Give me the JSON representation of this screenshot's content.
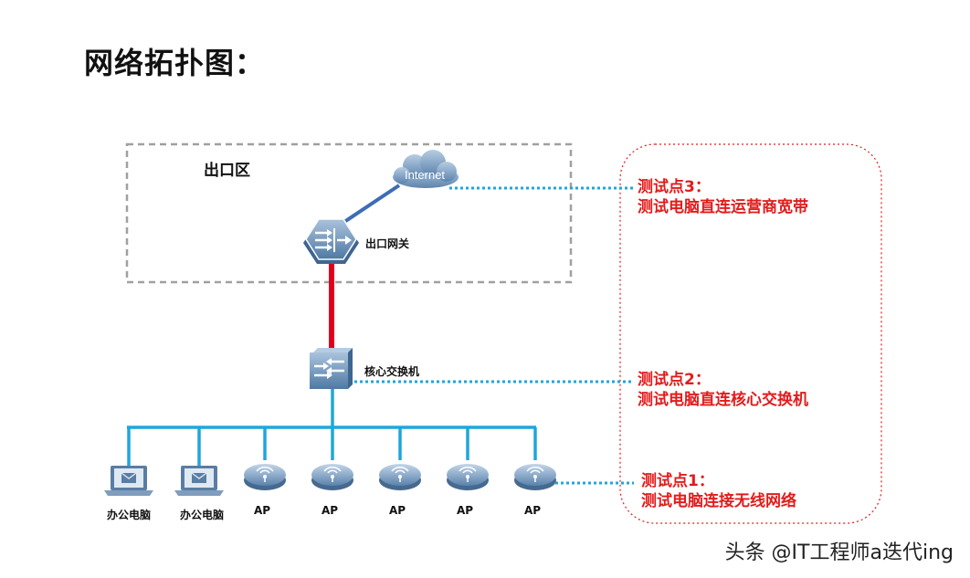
{
  "title": "网络拓扑图：",
  "zone": {
    "label": "出口区"
  },
  "cloud": {
    "label": "Internet"
  },
  "devices": {
    "gateway": "出口网关",
    "core_switch": "核心交换机"
  },
  "endpoints": [
    {
      "type": "pc",
      "label": "办公电脑"
    },
    {
      "type": "pc",
      "label": "办公电脑"
    },
    {
      "type": "ap",
      "label": "AP"
    },
    {
      "type": "ap",
      "label": "AP"
    },
    {
      "type": "ap",
      "label": "AP"
    },
    {
      "type": "ap",
      "label": "AP"
    },
    {
      "type": "ap",
      "label": "AP"
    }
  ],
  "test_points": [
    {
      "title": "测试点3：",
      "desc": "测试电脑直连运营商宽带"
    },
    {
      "title": "测试点2：",
      "desc": "测试电脑直连核心交换机"
    },
    {
      "title": "测试点1：",
      "desc": "测试电脑连接无线网络"
    }
  ],
  "watermark": "头条 @IT工程师a迭代ing",
  "colors": {
    "uplink_red": "#e0001b",
    "lan_blue": "#1fa6dc",
    "wan_blue": "#3d6db4",
    "test_red": "#e31b1b",
    "device_blue": "#6f93b8"
  }
}
